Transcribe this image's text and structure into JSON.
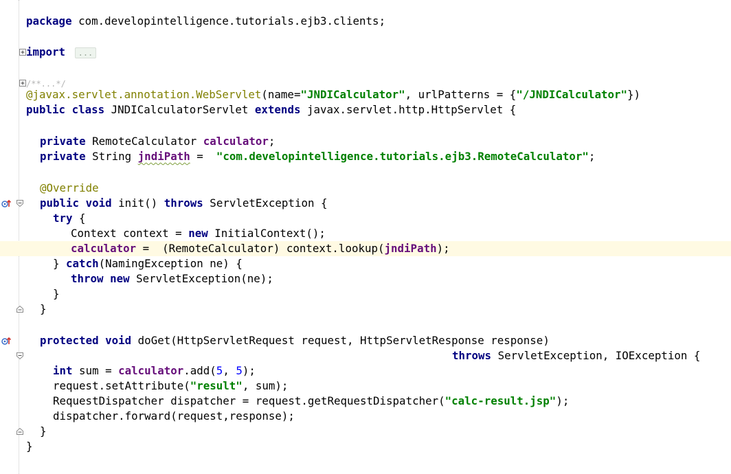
{
  "editor": {
    "lines": {
      "l1": {
        "package_kw": "package",
        "package_name": " com.developintelligence.tutorials.ejb3.clients;"
      },
      "l2": {
        "import_kw": "import",
        "folded": "..."
      },
      "l3": {
        "folded_comment": "/**...*/"
      },
      "l4": {
        "annotation": "@javax.servlet.annotation.WebServlet",
        "p1": "(name=",
        "s1": "\"JNDICalculator\"",
        "p2": ", urlPatterns = {",
        "s2": "\"/JNDICalculator\"",
        "p3": "})"
      },
      "l5": {
        "k1": "public class",
        "t1": " JNDICalculatorServlet ",
        "k2": "extends",
        "t2": " javax.servlet.http.HttpServlet {"
      },
      "l6": {
        "k1": "private",
        "t1": " RemoteCalculator ",
        "f1": "calculator",
        ";": ";"
      },
      "l7": {
        "k1": "private",
        "t1": " String ",
        "f1": "jndiPath",
        "t2": " =  ",
        "s1": "\"com.developintelligence.tutorials.ejb3.RemoteCalculator\"",
        "t3": ";"
      },
      "l8": {
        "annotation": "@Override"
      },
      "l9": {
        "k1": "public void",
        "t1": " init() ",
        "k2": "throws",
        "t2": " ServletException {"
      },
      "l10": {
        "k1": "try",
        "t1": " {"
      },
      "l11": {
        "t1": "Context context = ",
        "k1": "new",
        "t2": " InitialContext();"
      },
      "l12": {
        "f1": "calculator",
        "t1": " =  (RemoteCalculator) context.lookup(",
        "f2": "jndiPath",
        "t2": ");"
      },
      "l13": {
        "t1": "} ",
        "k1": "catch",
        "t2": "(NamingException ne) {"
      },
      "l14": {
        "k1": "throw new",
        "t1": " ServletException(ne);"
      },
      "l15": {
        "t1": "}"
      },
      "l16": {
        "t1": "}"
      },
      "l17": {
        "k1": "protected void",
        "t1": " doGet(HttpServletRequest request, HttpServletResponse response)"
      },
      "l18": {
        "k1": "throws",
        "t1": " ServletException, IOException {"
      },
      "l19": {
        "k1": "int",
        "t1": " sum = ",
        "f1": "calculator",
        "t2": ".add(",
        "n1": "5",
        "t3": ", ",
        "n2": "5",
        "t4": ");"
      },
      "l20": {
        "t1": "request.setAttribute(",
        "s1": "\"result\"",
        "t2": ", sum);"
      },
      "l21": {
        "t1": "RequestDispatcher dispatcher = request.getRequestDispatcher(",
        "s1": "\"calc-result.jsp\"",
        "t2": ");"
      },
      "l22": {
        "t1": "dispatcher.forward(request,response);"
      },
      "l23": {
        "t1": "}"
      },
      "l24": {
        "t1": "}"
      }
    }
  },
  "colors": {
    "keyword": "#000080",
    "string": "#008000",
    "number": "#0000ff",
    "field": "#660e7a",
    "annotation": "#808000",
    "caret_line": "#fffae3"
  },
  "icons": [
    "expand-fold-icon",
    "override-method-icon",
    "fold-start-icon",
    "fold-end-icon"
  ]
}
